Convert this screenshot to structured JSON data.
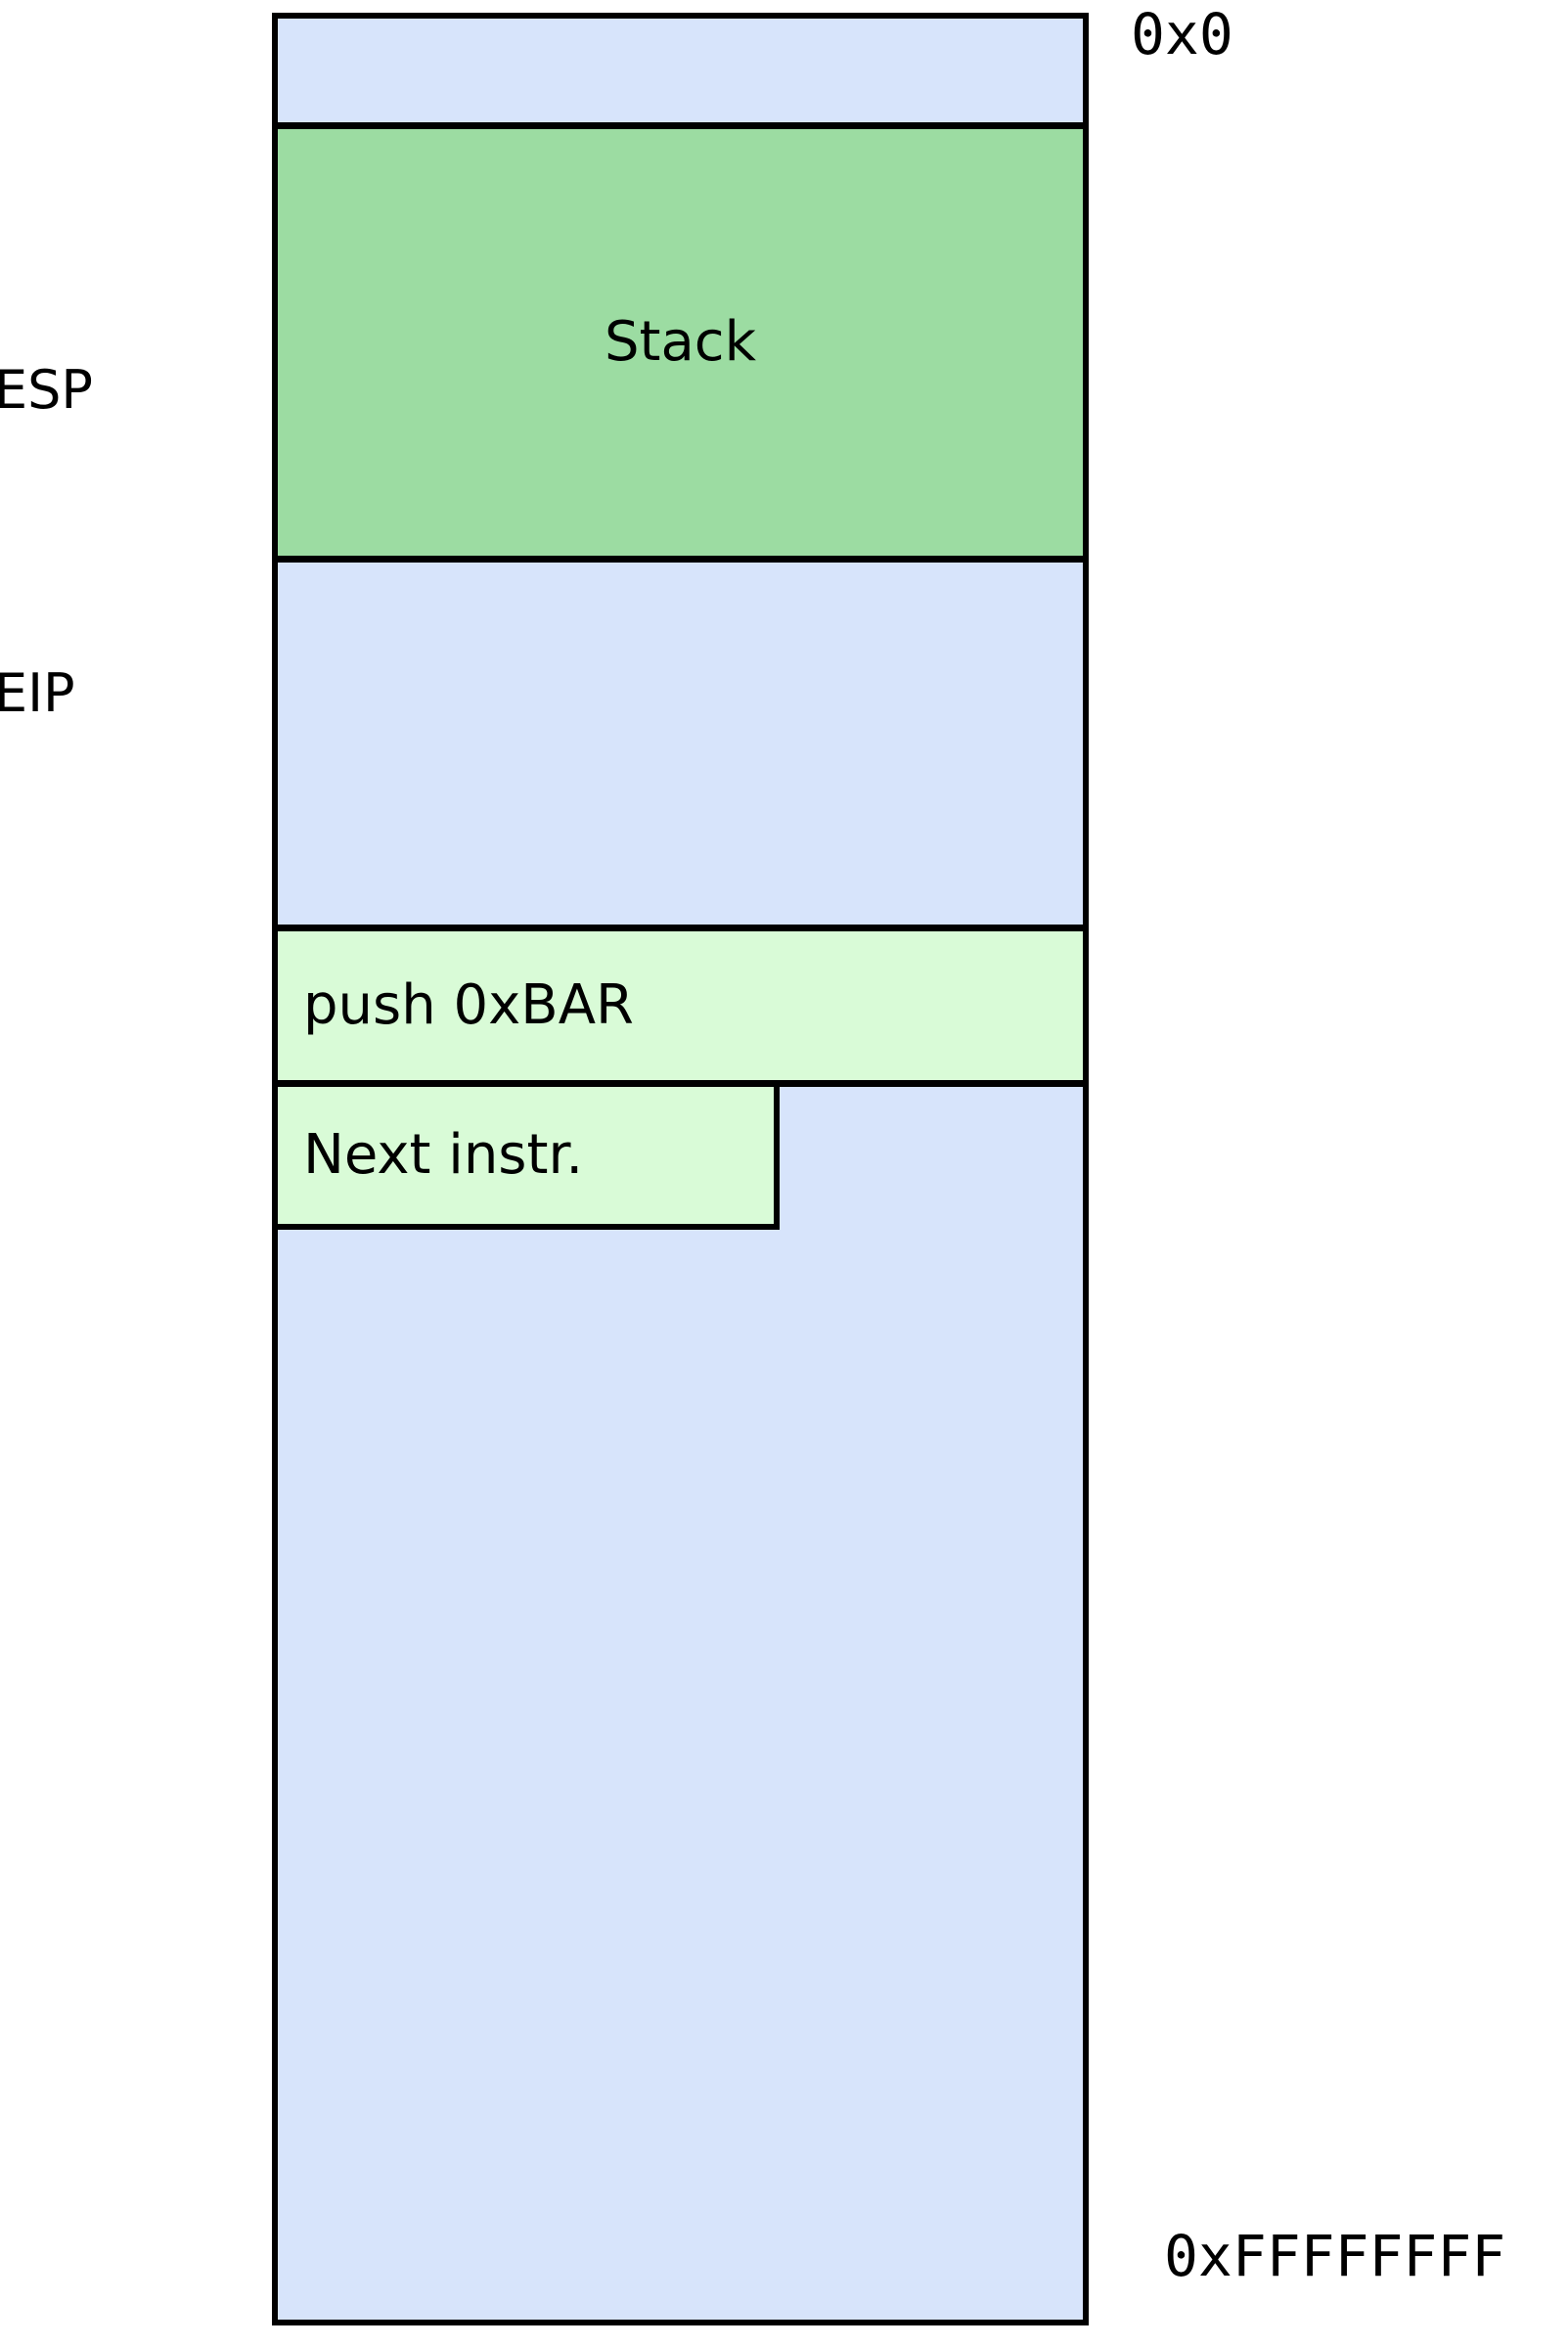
{
  "diagram": {
    "type": "memory-layout",
    "title": "x86 process memory layout with ESP and EIP",
    "colors": {
      "unused_memory": "#d7e4fb",
      "stack": "#9cdca2",
      "instruction": "#d9fbd7",
      "border": "#000000",
      "background": "#ffffff",
      "text": "#000000"
    },
    "address_labels": {
      "top": "0x0",
      "bottom": "0xFFFFFFFF"
    },
    "registers": [
      {
        "name": "ESP",
        "label": "ESP"
      },
      {
        "name": "EIP",
        "label": "EIP"
      }
    ],
    "segments": [
      {
        "id": "unused-top",
        "label": "",
        "fill": "#d7e4fb",
        "full_width": true
      },
      {
        "id": "stack",
        "label": "Stack",
        "fill": "#9cdca2",
        "full_width": true
      },
      {
        "id": "unused-middle",
        "label": "",
        "fill": "#d7e4fb",
        "full_width": true
      },
      {
        "id": "push-instruction",
        "label": "push 0xBAR",
        "fill": "#d9fbd7",
        "full_width": true
      },
      {
        "id": "unused-bottom",
        "label": "",
        "fill": "#d7e4fb",
        "full_width": true
      },
      {
        "id": "next-instruction",
        "label": "Next instr.",
        "fill": "#d9fbd7",
        "full_width": false
      }
    ]
  }
}
